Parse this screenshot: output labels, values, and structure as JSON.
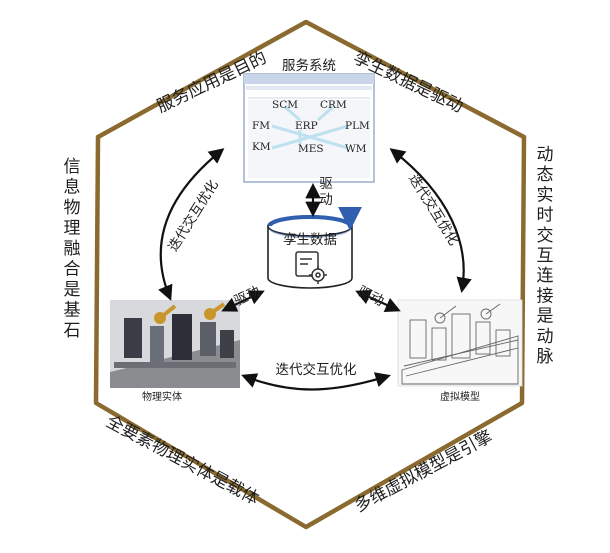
{
  "edges": {
    "top_left": "服务应用是目的",
    "top_right": "孪生数据是驱动",
    "left": "信息物理融合是基石",
    "right": "动态实时交互连接是动脉",
    "bottom_left": "全要素物理实体是载体",
    "bottom_right": "多维虚拟模型是引擎"
  },
  "service_system": {
    "title": "服务系统",
    "modules": [
      "SCM",
      "CRM",
      "FM",
      "ERP",
      "PLM",
      "KM",
      "MES",
      "WM"
    ]
  },
  "twin_data": {
    "label": "孪生数据"
  },
  "physical_entity": {
    "caption": "物理实体"
  },
  "virtual_model": {
    "caption": "虚拟模型"
  },
  "relations": {
    "iterate_left": "迭代交互优化",
    "iterate_right": "迭代交互优化",
    "iterate_bottom": "迭代交互优化",
    "drive_top": "驱动",
    "drive_left": "驱动",
    "drive_right": "驱动"
  },
  "colors": {
    "hexagon": "#8a6a2e",
    "cylinder_ring": "#2f5fae",
    "window_frame": "#9aaecf"
  }
}
